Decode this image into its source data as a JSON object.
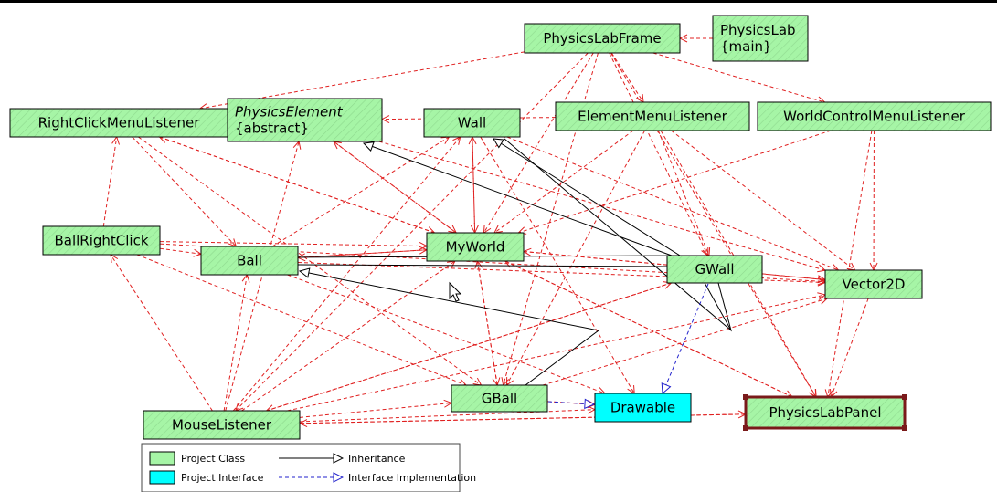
{
  "nodes": [
    {
      "id": "frame",
      "lines": [
        "PhysicsLabFrame"
      ],
      "kind": "class"
    },
    {
      "id": "main",
      "lines": [
        "PhysicsLab",
        "{main}"
      ],
      "kind": "class"
    },
    {
      "id": "rcml",
      "lines": [
        "RightClickMenuListener"
      ],
      "kind": "class"
    },
    {
      "id": "pe",
      "lines": [
        "PhysicsElement",
        "{abstract}"
      ],
      "kind": "class",
      "italic_first": true
    },
    {
      "id": "wall",
      "lines": [
        "Wall"
      ],
      "kind": "class"
    },
    {
      "id": "eml",
      "lines": [
        "ElementMenuListener"
      ],
      "kind": "class"
    },
    {
      "id": "wcml",
      "lines": [
        "WorldControlMenuListener"
      ],
      "kind": "class"
    },
    {
      "id": "brc",
      "lines": [
        "BallRightClick"
      ],
      "kind": "class"
    },
    {
      "id": "ball",
      "lines": [
        "Ball"
      ],
      "kind": "class"
    },
    {
      "id": "world",
      "lines": [
        "MyWorld"
      ],
      "kind": "class"
    },
    {
      "id": "gwall",
      "lines": [
        "GWall"
      ],
      "kind": "class"
    },
    {
      "id": "vec",
      "lines": [
        "Vector2D"
      ],
      "kind": "class"
    },
    {
      "id": "gball",
      "lines": [
        "GBall"
      ],
      "kind": "class"
    },
    {
      "id": "drawable",
      "lines": [
        "Drawable"
      ],
      "kind": "interface"
    },
    {
      "id": "panel",
      "lines": [
        "PhysicsLabPanel"
      ],
      "kind": "class",
      "selected": true
    },
    {
      "id": "mouse",
      "lines": [
        "MouseListener"
      ],
      "kind": "class"
    }
  ],
  "legend": {
    "project_class": "Project Class",
    "project_interface": "Project Interface",
    "inheritance": "Inheritance",
    "interface_implementation": "Interface Implementation"
  },
  "colors": {
    "class_fill": "#a6f5a6",
    "interface_fill": "#00ffff",
    "dependency": "#e02020",
    "inheritance": "#000000",
    "implementation": "#2222cc",
    "selected_border": "#7a1a1a"
  },
  "icons": {
    "cursor": "mouse-pointer-icon"
  }
}
